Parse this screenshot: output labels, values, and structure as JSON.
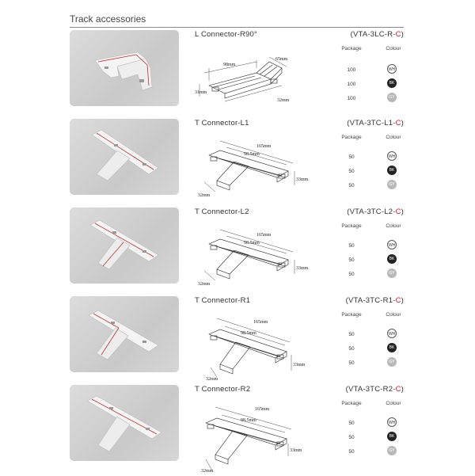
{
  "title": "Track accessories",
  "column_headers": {
    "package": "Package",
    "colour": "Colour"
  },
  "products": [
    {
      "name": "L Connector-R90°",
      "code_prefix": "(VTA-3LC-R-",
      "code_color": "C",
      "code_suffix": ")",
      "dims": {
        "a": "98mm",
        "b": "65mm",
        "c": "31mm",
        "d": "32mm"
      },
      "variants": [
        {
          "package": "100",
          "colour": "WH"
        },
        {
          "package": "100",
          "colour": "BK"
        },
        {
          "package": "100",
          "colour": "GY"
        }
      ]
    },
    {
      "name": "T Connector-L1",
      "code_prefix": "(VTA-3TC-L1-",
      "code_color": "C",
      "code_suffix": ")",
      "dims": {
        "a": "165mm",
        "b": "98.5mm",
        "c": "33mm",
        "d": "32mm"
      },
      "variants": [
        {
          "package": "50",
          "colour": "WH"
        },
        {
          "package": "50",
          "colour": "BK"
        },
        {
          "package": "50",
          "colour": "GY"
        }
      ]
    },
    {
      "name": "T Connector-L2",
      "code_prefix": "(VTA-3TC-L2-",
      "code_color": "C",
      "code_suffix": ")",
      "dims": {
        "a": "165mm",
        "b": "98.5mm",
        "c": "33mm",
        "d": "32mm"
      },
      "variants": [
        {
          "package": "50",
          "colour": "WH"
        },
        {
          "package": "50",
          "colour": "BK"
        },
        {
          "package": "50",
          "colour": "GY"
        }
      ]
    },
    {
      "name": "T Connector-R1",
      "code_prefix": "(VTA-3TC-R1-",
      "code_color": "C",
      "code_suffix": ")",
      "dims": {
        "a": "165mm",
        "b": "98.5mm",
        "c": "33mm",
        "d": "32mm"
      },
      "variants": [
        {
          "package": "50",
          "colour": "WH"
        },
        {
          "package": "50",
          "colour": "BK"
        },
        {
          "package": "50",
          "colour": "GY"
        }
      ]
    },
    {
      "name": "T Connector-R2",
      "code_prefix": "(VTA-3TC-R2-",
      "code_color": "C",
      "code_suffix": ")",
      "dims": {
        "a": "165mm",
        "b": "98.5mm",
        "c": "33mm",
        "d": "32mm"
      },
      "variants": [
        {
          "package": "50",
          "colour": "WH"
        },
        {
          "package": "50",
          "colour": "BK"
        },
        {
          "package": "50",
          "colour": "GY"
        }
      ]
    }
  ]
}
